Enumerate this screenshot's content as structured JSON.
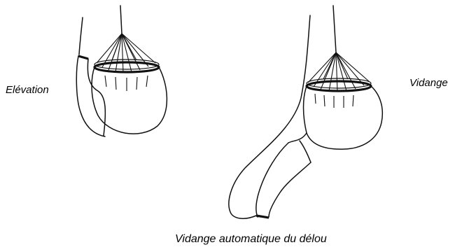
{
  "labels": {
    "left_figure": "Elévation",
    "right_figure": "Vidange",
    "caption": "Vidange automatique du délou"
  },
  "colors": {
    "ink": "#111111",
    "background": "#ffffff"
  }
}
